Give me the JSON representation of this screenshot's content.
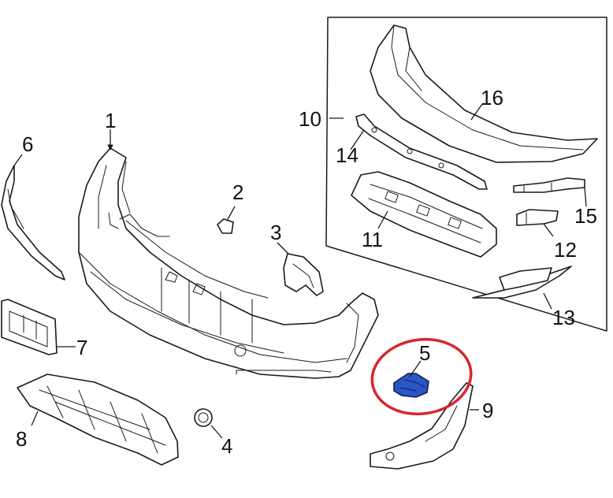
{
  "diagram": {
    "callouts": [
      {
        "id": "1",
        "label": "1"
      },
      {
        "id": "2",
        "label": "2"
      },
      {
        "id": "3",
        "label": "3"
      },
      {
        "id": "4",
        "label": "4"
      },
      {
        "id": "5",
        "label": "5"
      },
      {
        "id": "6",
        "label": "6"
      },
      {
        "id": "7",
        "label": "7"
      },
      {
        "id": "8",
        "label": "8"
      },
      {
        "id": "9",
        "label": "9"
      },
      {
        "id": "10",
        "label": "10"
      },
      {
        "id": "11",
        "label": "11"
      },
      {
        "id": "12",
        "label": "12"
      },
      {
        "id": "13",
        "label": "13"
      },
      {
        "id": "14",
        "label": "14"
      },
      {
        "id": "15",
        "label": "15"
      },
      {
        "id": "16",
        "label": "16"
      }
    ],
    "colors": {
      "line": "#1a1a1a",
      "highlight_ring": "#d8262e",
      "highlight_part": "#2a56c6"
    }
  }
}
